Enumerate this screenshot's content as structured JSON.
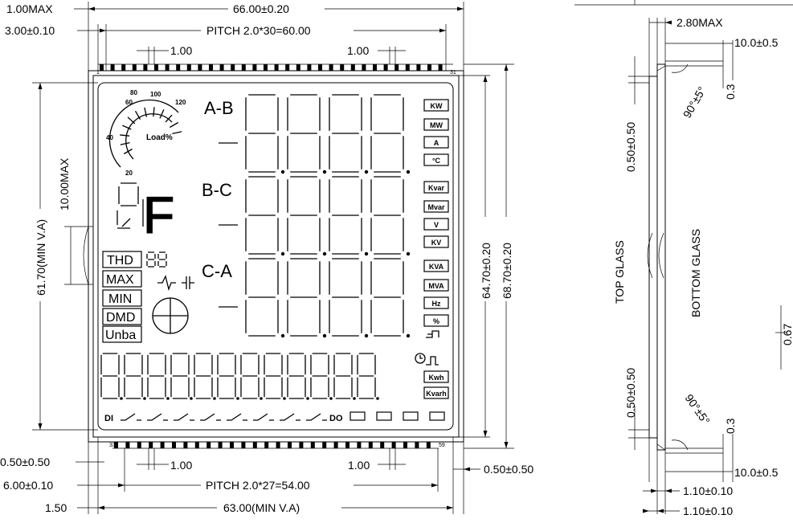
{
  "front": {
    "dims": {
      "top_max": "1.00MAX",
      "overall_width": "66.00±0.20",
      "top_offset": "3.00±0.10",
      "top_pitch": "PITCH 2.0*30=60.00",
      "pin_w_left": "1.00",
      "pin_w_right": "1.00",
      "left_height": "61.70(MIN V.A)",
      "left_inner": "10.00MAX",
      "right_h1": "64.70±0.20",
      "right_h2": "68.70±0.20",
      "bot_off1": "0.50±0.50",
      "bot_pin_w_left": "1.00",
      "bot_pin_w_right": "1.00",
      "bot_right_off": "0.50±0.50",
      "bot_offset": "6.00±0.10",
      "bot_pitch": "PITCH 2.0*27=54.00",
      "bot_left": "1.50",
      "bot_width": "63.00(MIN V.A)"
    },
    "pins": {
      "top_left": "1",
      "top_right": "31",
      "bot_left": "33",
      "bot_right": "59"
    },
    "labels": {
      "ab": "A-B",
      "bc": "B-C",
      "ca": "C-A",
      "thd": "THD",
      "max": "MAX",
      "min": "MIN",
      "dmd": "DMD",
      "unba": "Unba",
      "load": "Load%",
      "di": "DI",
      "do": "DO",
      "pf_big": "F"
    },
    "gauge_ticks": [
      "20",
      "40",
      "60",
      "80",
      "100",
      "120"
    ],
    "units": [
      "KW",
      "MW",
      "A",
      "°C",
      "Kvar",
      "Mvar",
      "V",
      "KV",
      "KVA",
      "MVA",
      "Hz",
      "%"
    ],
    "energy_units": [
      "Kwh",
      "Kvarh"
    ]
  },
  "side": {
    "top_max": "2.80MAX",
    "dims": {
      "d1": "10.0±0.5",
      "angle_top": "90°±5°",
      "d03_top": "0.3",
      "d050_top": "0.50±0.50",
      "top_glass": "TOP GLASS",
      "bottom_glass": "BOTTOM GLASS",
      "d050_bot": "0.50±0.50",
      "angle_bot": "90°±5°",
      "d03_bot": "0.3",
      "d2": "10.0±0.5",
      "d110a": "1.10±0.10",
      "d110b": "1.10±0.10",
      "d067": "0.67"
    }
  }
}
